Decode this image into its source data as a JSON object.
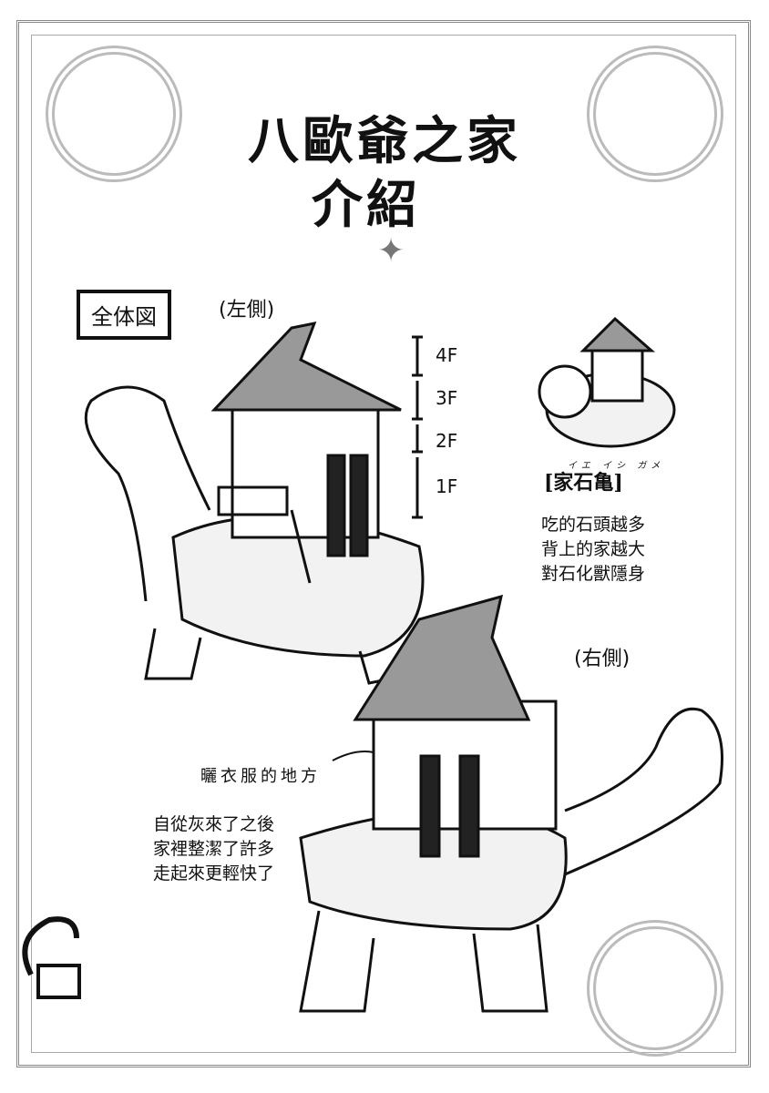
{
  "title_line1": "八歐爺之家",
  "title_line2": "介紹",
  "overview_label": "全体図",
  "left_side_label": "(左側)",
  "right_side_label": "(右側)",
  "floors": [
    "4F",
    "3F",
    "2F",
    "1F"
  ],
  "creature": {
    "ruby": "イエ イシ ガメ",
    "name": "[家石亀]",
    "description": [
      "吃的石頭越多",
      "背上的家越大",
      "對石化獸隱身"
    ]
  },
  "laundry_note": "曬衣服的地方",
  "story_text": [
    "自從灰來了之後",
    "家裡整潔了許多",
    "走起來更輕快了"
  ]
}
